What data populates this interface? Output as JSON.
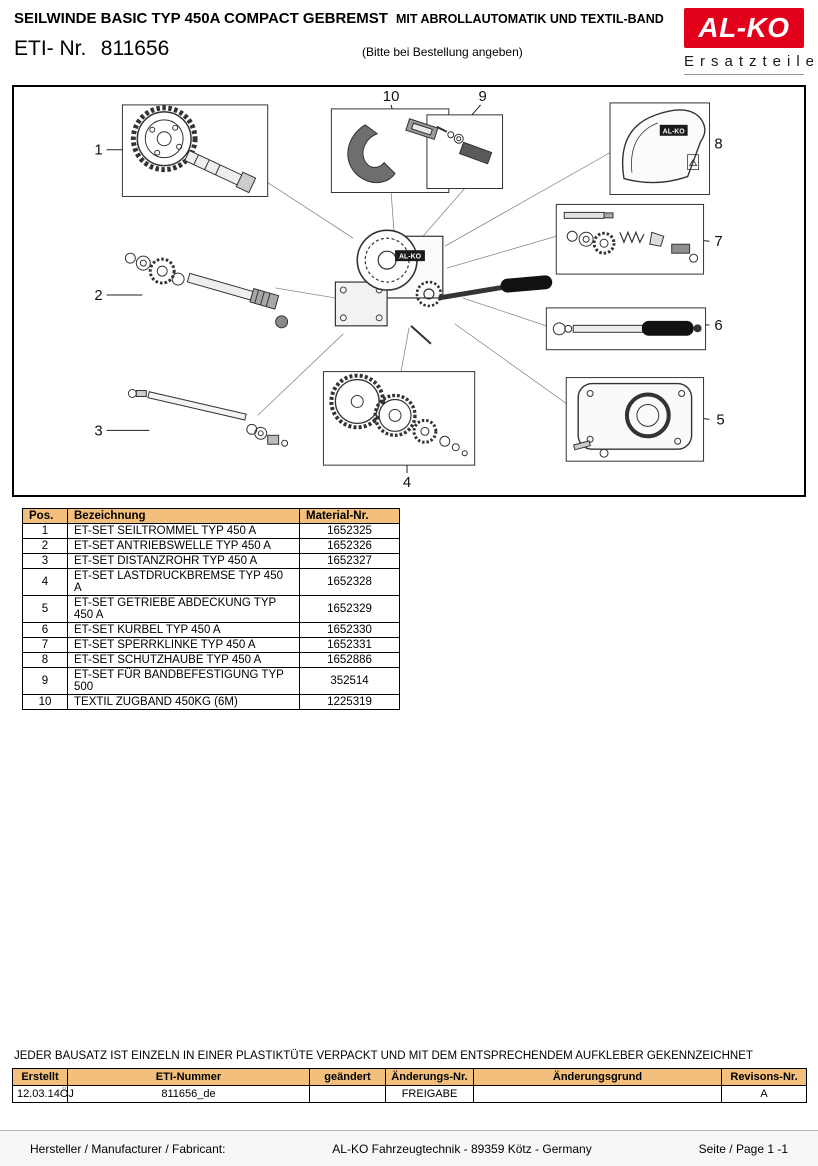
{
  "header": {
    "title_main": "SEILWINDE BASIC TYP 450A COMPACT GEBREMST",
    "title_sub": "MIT ABROLLAUTOMATIK UND TEXTIL-BAND",
    "eti_label": "ETI- Nr.",
    "eti_value": "811656",
    "order_note": "(Bitte bei Bestellung angeben)",
    "logo_text": "AL-KO",
    "logo_subtitle": "Ersatzteile",
    "brand_red": "#e2001a"
  },
  "diagram": {
    "callouts": [
      "1",
      "2",
      "3",
      "4",
      "5",
      "6",
      "7",
      "8",
      "9",
      "10"
    ],
    "body_label": "AL-KO"
  },
  "parts_table": {
    "header_bg": "#f2c07c",
    "headers": [
      "Pos.",
      "Bezeichnung",
      "Material-Nr."
    ],
    "rows": [
      [
        "1",
        "ET-SET SEILTROMMEL TYP 450 A",
        "1652325"
      ],
      [
        "2",
        "ET-SET ANTRIEBSWELLE TYP 450 A",
        "1652326"
      ],
      [
        "3",
        "ET-SET DISTANZROHR TYP 450 A",
        "1652327"
      ],
      [
        "4",
        "ET-SET LASTDRUCKBREMSE TYP 450 A",
        "1652328"
      ],
      [
        "5",
        "ET-SET GETRIEBE ABDECKUNG TYP 450 A",
        "1652329"
      ],
      [
        "6",
        "ET-SET KURBEL TYP 450 A",
        "1652330"
      ],
      [
        "7",
        "ET-SET SPERRKLINKE TYP 450 A",
        "1652331"
      ],
      [
        "8",
        "ET-SET SCHUTZHAUBE TYP 450 A",
        "1652886"
      ],
      [
        "9",
        "ET-SET FÜR BANDBEFESTIGUNG TYP 500",
        "352514"
      ],
      [
        "10",
        "TEXTIL ZUGBAND 450KG (6M)",
        "1225319"
      ]
    ]
  },
  "note": "JEDER BAUSATZ IST EINZELN IN EINER PLASTIKTÜTE VERPACKT UND MIT DEM ENTSPRECHENDEM AUFKLEBER GEKENNZEICHNET",
  "revision_table": {
    "headers": [
      "Erstellt",
      "ETI-Nummer",
      "geändert",
      "Änderungs-Nr.",
      "Änderungsgrund",
      "Revisons-Nr."
    ],
    "row": [
      "12.03.14ÖJ",
      "811656_de",
      "",
      "FREIGABE",
      "",
      "A"
    ]
  },
  "footer": {
    "manufacturer_label": "Hersteller / Manufacturer / Fabricant:",
    "manufacturer": "AL-KO Fahrzeugtechnik - 89359 Kötz - Germany",
    "page": "Seite / Page  1 -1"
  }
}
